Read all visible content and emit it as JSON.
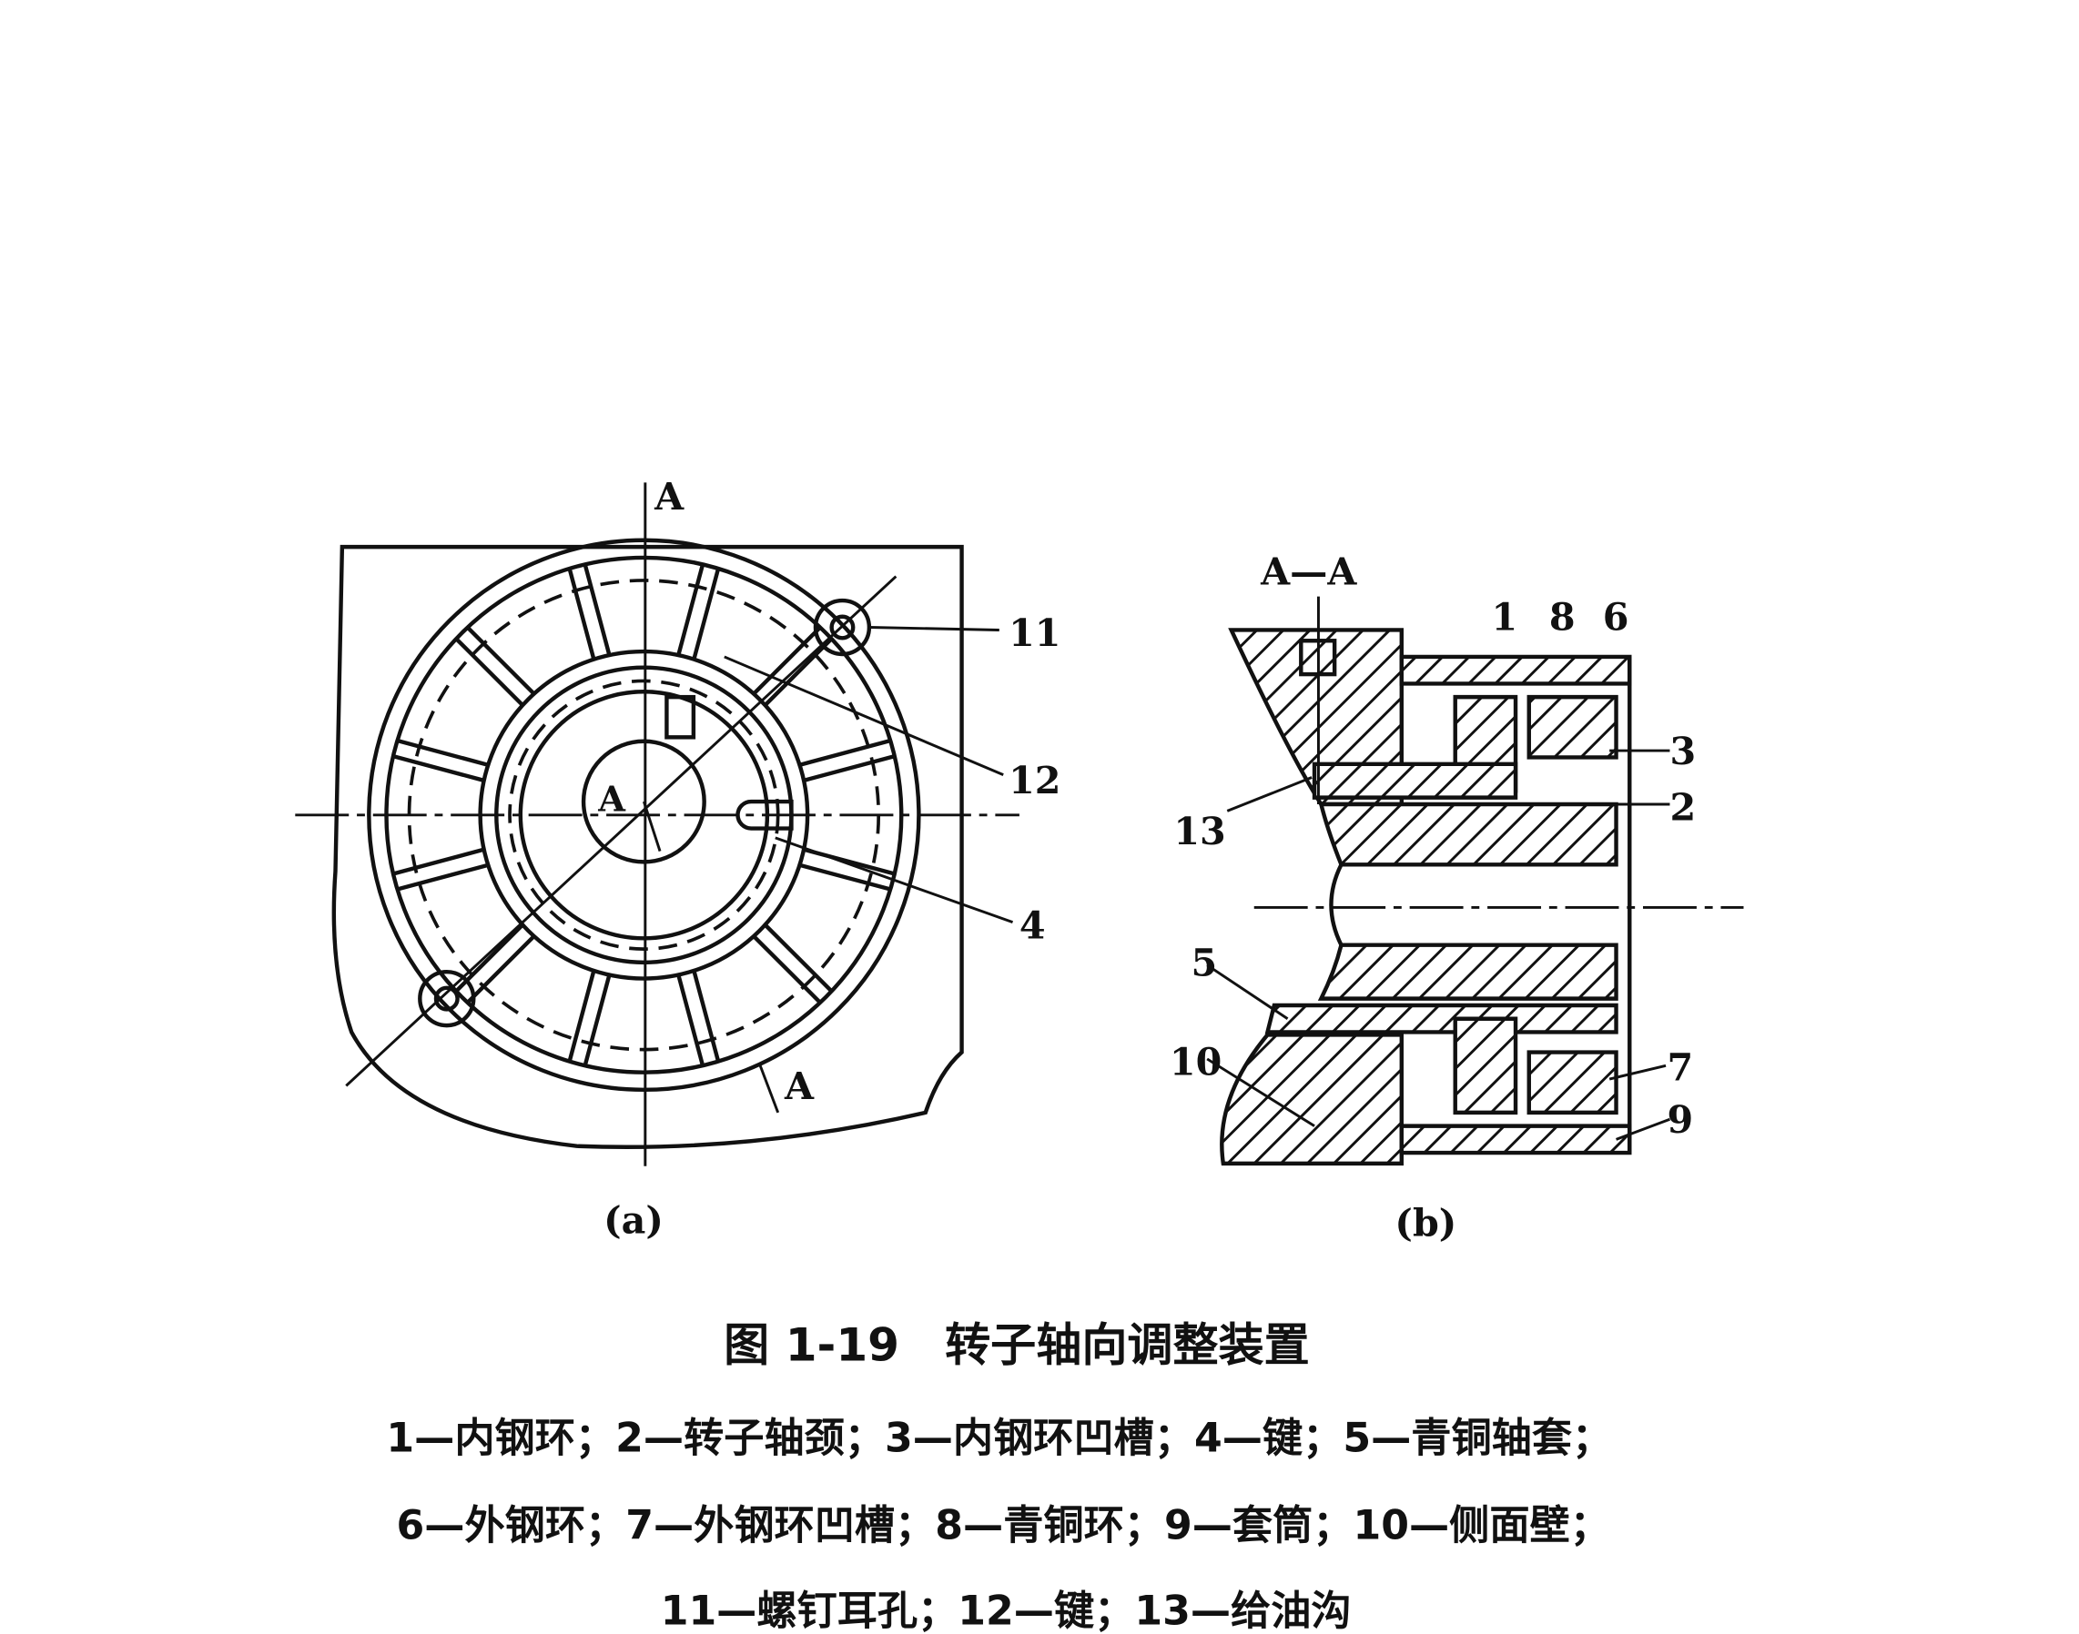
{
  "figure_a": {
    "section_mark_top": "A",
    "section_mark_bottom": "A",
    "center_mark": "A",
    "labels": [
      "11",
      "12",
      "4"
    ],
    "sublabel": "(a)"
  },
  "figure_b": {
    "section_title": "A—A",
    "labels": [
      "1",
      "8",
      "6",
      "3",
      "2",
      "13",
      "5",
      "10",
      "7",
      "9"
    ],
    "sublabel": "(b)"
  },
  "caption": {
    "title": "图 1-19　转子轴向调整装置",
    "legend_lines": [
      "1—内钢环；2—转子轴颈；3—内钢环凹槽；4—键；5—青铜轴套；",
      "6—外钢环；7—外钢环凹槽；8—青铜环；9—套筒；10—侧面壁；",
      "11—螺钉耳孔；12—键；13—给油沟"
    ]
  }
}
